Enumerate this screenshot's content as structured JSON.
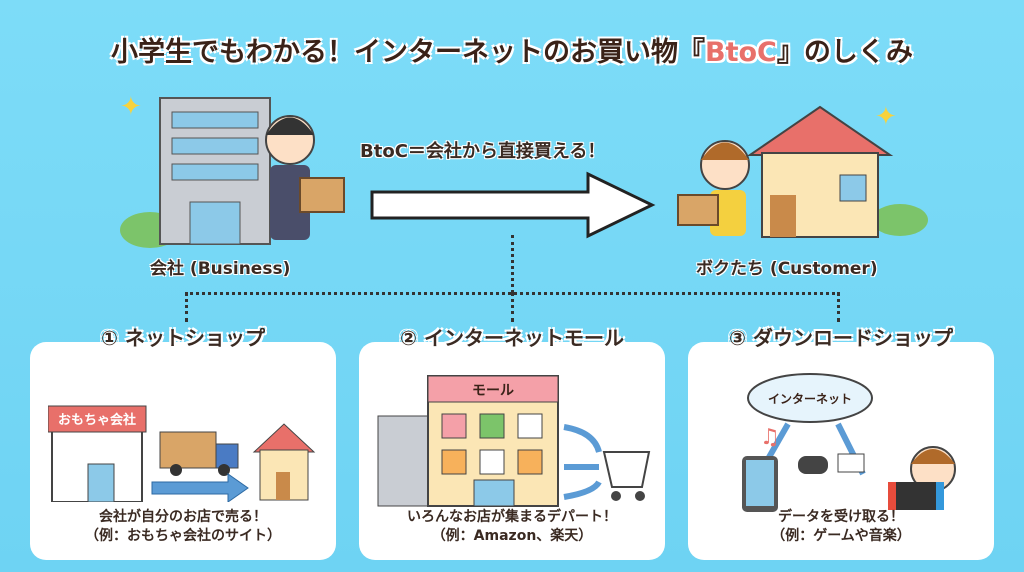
{
  "title": {
    "before": "小学生でもわかる！インターネットのお買い物『",
    "highlight": "BtoC",
    "after": "』のしくみ"
  },
  "top": {
    "business_label": "会社 (Business)",
    "customer_label": "ボクたち (Customer)",
    "arrow_text": "BtoC＝会社から直接買える！"
  },
  "cards": [
    {
      "title": "① ネットショップ",
      "sign": "おもちゃ会社",
      "caption1": "会社が自分のお店で売る！",
      "caption2": "（例：おもちゃ会社のサイト）"
    },
    {
      "title": "② インターネットモール",
      "sign": "モール",
      "caption1": "いろんなお店が集まるデパート！",
      "caption2": "（例：Amazon、楽天）"
    },
    {
      "title": "③ ダウンロードショップ",
      "sign": "インターネット",
      "caption1": "データを受け取る！",
      "caption2": "（例：ゲームや音楽）"
    }
  ],
  "colors": {
    "background": "#6ed3f3",
    "accent": "#e8706a"
  }
}
